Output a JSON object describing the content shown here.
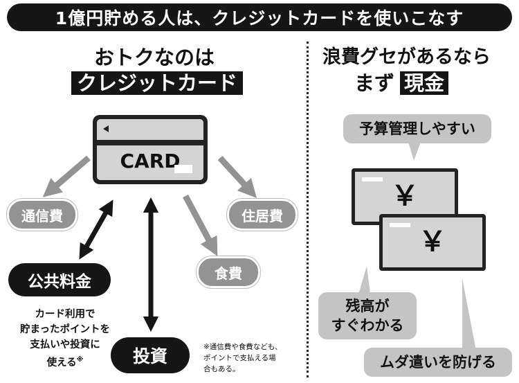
{
  "title": "1億円貯める人は、クレジットカードを使いこなす",
  "left": {
    "heading_line1": "おトクなのは",
    "heading_line2": "クレジットカード",
    "card_label": "CARD",
    "expenses": {
      "communication": "通信費",
      "housing": "住居費",
      "food": "食費"
    },
    "utilities": "公共料金",
    "investment": "投資",
    "note_lines": [
      "カード利用で",
      "貯まったポイントを",
      "支払いや投資に",
      "使える"
    ],
    "note_mark": "※",
    "small_note_lines": [
      "※通信費や食費なども、",
      "ポイントで支払える場",
      "合もある。"
    ]
  },
  "right": {
    "heading_line1": "浪費グセがあるなら",
    "heading_line2_prefix": "まず",
    "heading_line2_highlight": "現金",
    "bill_symbol": "￥",
    "bubble_budget": "予算管理しやすい",
    "bubble_balance_lines": [
      "残高が",
      "すぐわかる"
    ],
    "bubble_waste": "ムダ遣いを防げる"
  },
  "colors": {
    "dark": "#161616",
    "arrow_gray": "#939393",
    "bubble_gray": "#c4c4c4",
    "card_gray": "#d4d4d4"
  }
}
